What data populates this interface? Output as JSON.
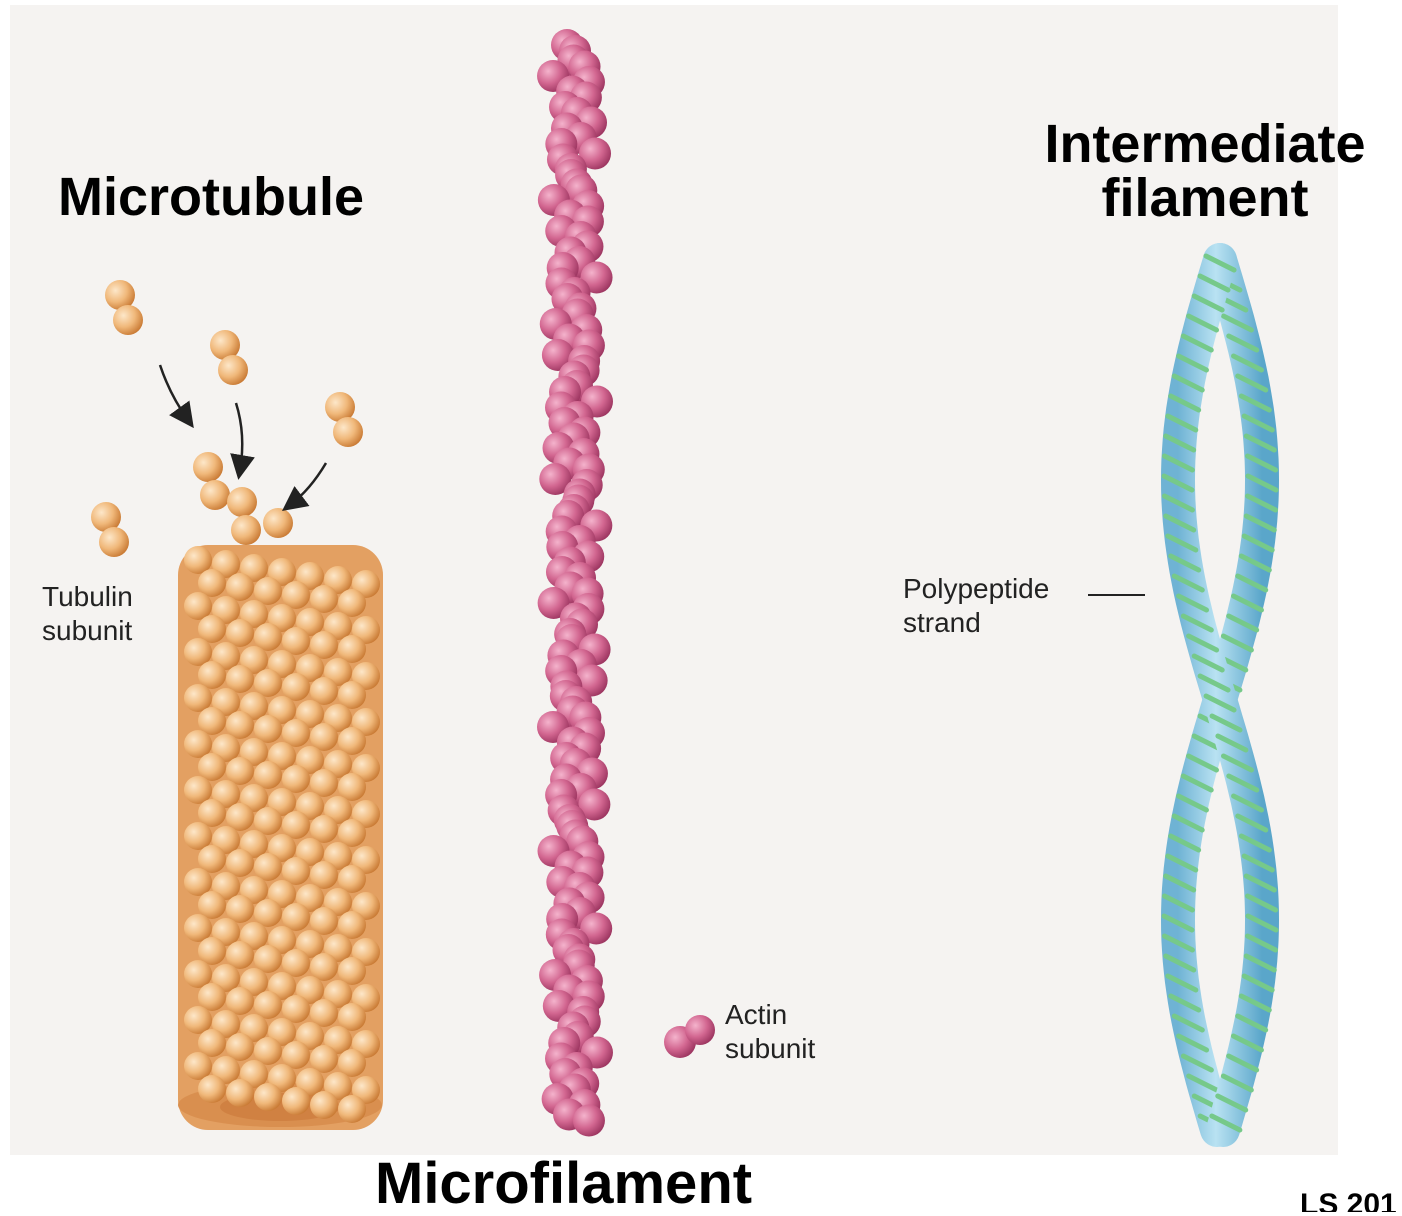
{
  "titles": {
    "microtubule": "Microtubule",
    "intermediate_line1": "Intermediate",
    "intermediate_line2": "filament",
    "microfilament": "Microfilament"
  },
  "labels": {
    "tubulin_line1": "Tubulin",
    "tubulin_line2": "subunit",
    "actin_line1": "Actin",
    "actin_line2": "subunit",
    "polypeptide_line1": "Polypeptide",
    "polypeptide_line2": "strand"
  },
  "corner_text": "LS 201",
  "colors": {
    "tubulin": "#e9a45f",
    "tubulin_light": "#fbd9b0",
    "actin": "#c95884",
    "actin_light": "#ee9bbb",
    "tube": "#8fc9e4",
    "helix": "#7fcf8a",
    "background": "#f5f3f1"
  }
}
